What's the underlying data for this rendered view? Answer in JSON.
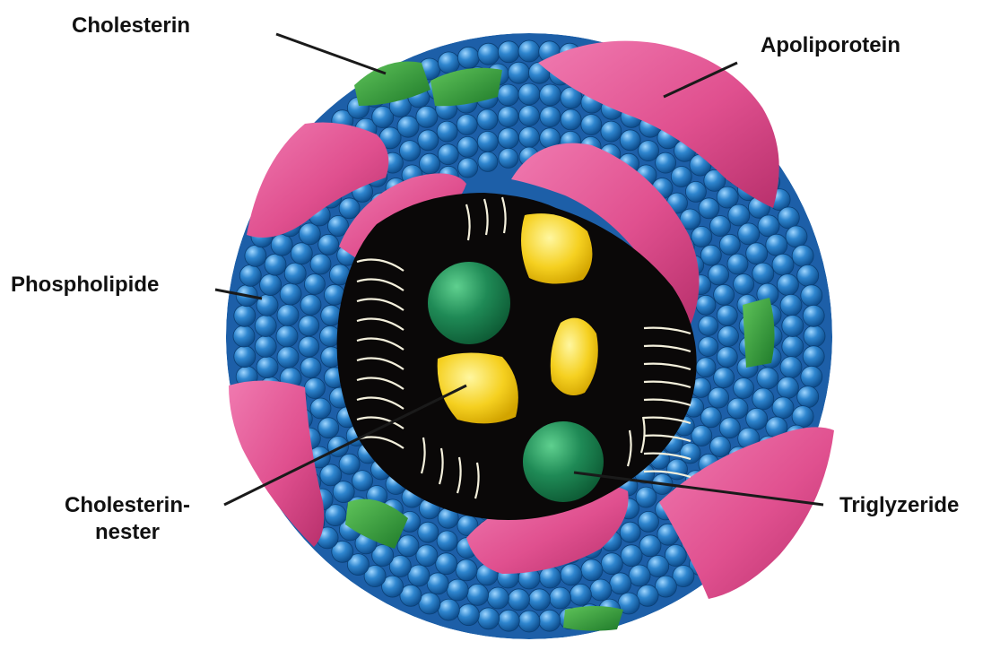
{
  "labels": {
    "cholesterin": "Cholesterin",
    "apoliprotein": "Apoliporotein",
    "phospholipide": "Phospholipide",
    "cholesterinester_line1": "Cholesterin-",
    "cholesterinester_line2": "nester",
    "triglyzeride": "Triglyzeride"
  },
  "colors": {
    "core": "#0a0808",
    "phospholipid_head": "#2f86cf",
    "phospholipid_head_dark": "#0f4f8f",
    "apolipoprotein": "#e0508f",
    "apolipoprotein_light": "#f07ab0",
    "cholesterin": "#2f9a3a",
    "triglyceride": "#1f8a56",
    "cholesterol_ester": "#f5d020",
    "tail": "#f4f0dc",
    "leader": "#1a1a1a",
    "text": "#111111"
  },
  "icons": {
    "particle": "lipoprotein-particle-illustration"
  }
}
